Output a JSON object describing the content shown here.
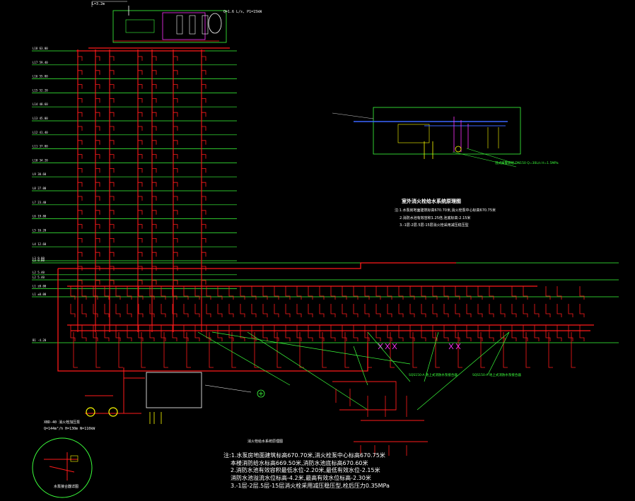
{
  "drawing": {
    "top_tank_label": "Q=1.6 L/s, P1=15kW",
    "roof_label": "L=3.2m",
    "plan_title": "室外消火栓给水系统原理图",
    "plan_notes": [
      "注:1.水泵房地面建筑标高670.70米,消火栓泵中心标高670.75米",
      "2.消防水池有效容积1.25倍,池底标高-2.15米",
      "3.-1层-2层.5层-15层消火栓采用减压稳压型"
    ],
    "main_notes": [
      "注:1.水泵房地面建筑标高670.70米,消火栓泵中心标高670.75米",
      "本楼消防给水标高669.50米,消防水池底标高670.60米",
      "2.消防水池有效容积最低水位-2.20米,最低有效水位-2.15米",
      "消防水池溢流水位标高-4.2米,最高有效水位标高-2.30米",
      "3.-1层-2层.5层-15层消火栓采用减压稳压型,栓后压力0.35MPa"
    ],
    "pump_label_1": "XBD-40 消火栓加压泵",
    "pump_label_2": "Q=144m³/h H=130m N=110kW",
    "bottom_title": "消火栓给水系统原理图",
    "detail_title": "水泵接合器详图",
    "callout_1": "SQS150-A 地上式消防水泵接合器",
    "callout_2": "SQS150-A 地上式消防水泵接合器",
    "green_note": "湿式报警阀组 DN150 Q=30L/s H=1.5MPa"
  },
  "floor_levels": [
    "L18 63.00",
    "L17 59.40",
    "L16 55.80",
    "L15 52.20",
    "L14 48.60",
    "L13 45.00",
    "L12 41.40",
    "L11 37.80",
    "L10 34.20",
    "L9 30.60",
    "L8 27.00",
    "L7 23.40",
    "L6 19.80",
    "L5 16.20",
    "L4 12.60",
    "L3 9.00",
    "L2 5.40",
    "L1 ±0.00"
  ],
  "podium_levels": [
    "L3 9.00",
    "L2 5.40",
    "L1 ±0.00",
    "B1 -4.20"
  ],
  "colors": {
    "background": "#000000",
    "pipe": "#ff1a1a",
    "floor_line": "#3cff3c",
    "text": "#ffffff",
    "equipment": "#ffff00",
    "valve": "#ff33ff",
    "supply": "#3b66ff"
  }
}
